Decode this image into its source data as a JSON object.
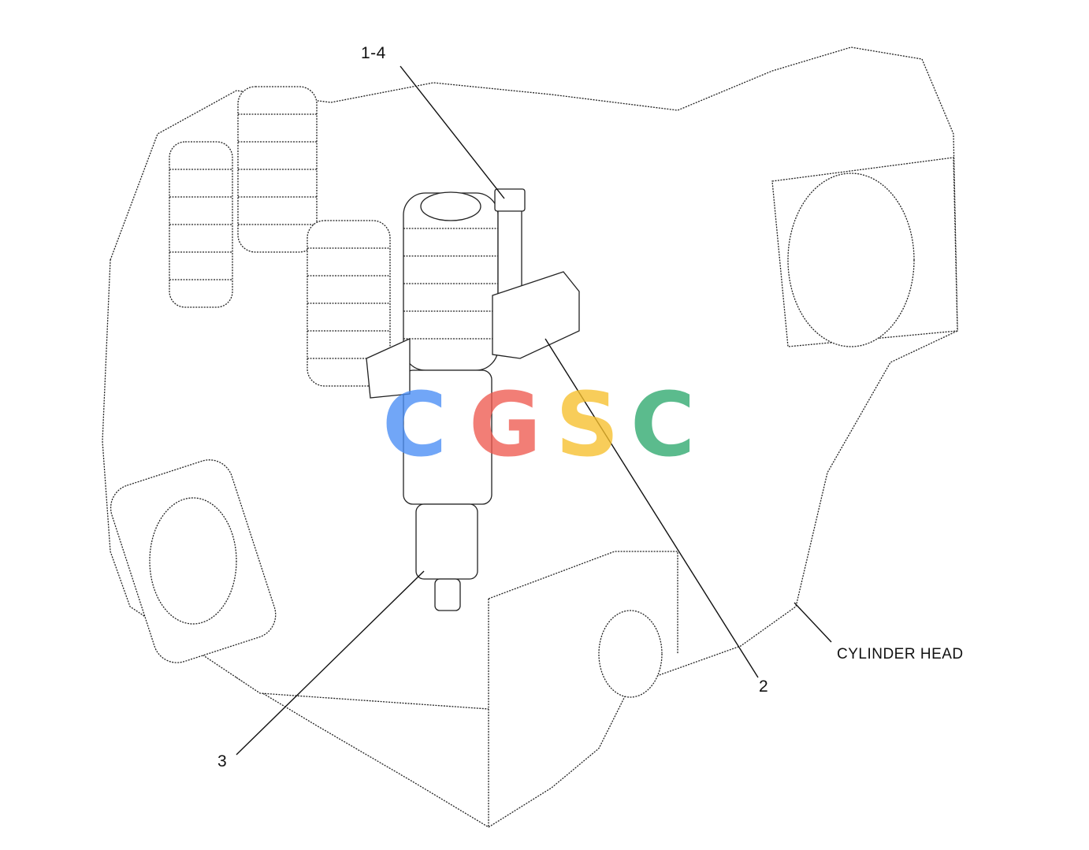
{
  "callouts": {
    "item_1_4": "1-4",
    "item_2": "2",
    "item_3": "3",
    "cylinder_head": "CYLINDER HEAD"
  },
  "watermark": {
    "letters": [
      "C",
      "G",
      "S",
      "C"
    ],
    "colors": [
      "#4a8ef5",
      "#ef5a50",
      "#f7c02c",
      "#2ea86e"
    ]
  }
}
